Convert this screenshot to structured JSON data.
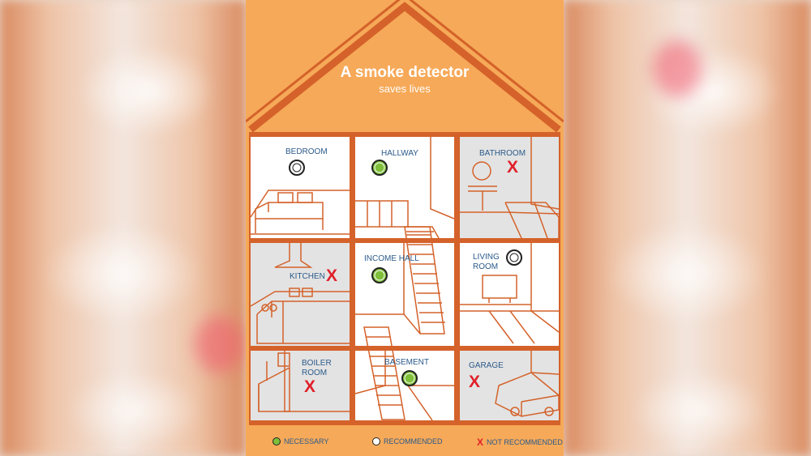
{
  "title": "A smoke detector",
  "subtitle": "saves lives",
  "rooms": [
    {
      "label": "BEDROOM",
      "status": "recommended"
    },
    {
      "label": "HALLWAY",
      "status": "necessary"
    },
    {
      "label": "BATHROOM",
      "status": "not_recommended"
    },
    {
      "label": "KITCHEN",
      "status": "not_recommended"
    },
    {
      "label": "INCOME HALL",
      "status": "necessary"
    },
    {
      "label": "LIVING\nROOM",
      "status": "recommended"
    },
    {
      "label": "BOILER\nROOM",
      "status": "not_recommended"
    },
    {
      "label": "BASEMENT",
      "status": "necessary"
    },
    {
      "label": "GARAGE",
      "status": "not_recommended"
    }
  ],
  "x_mark": "X",
  "legend": {
    "necessary": "NECESSARY",
    "recommended": "RECOMMENDED",
    "not_recommended": "NOT RECOMMENDED"
  },
  "colors": {
    "background": "#f6a958",
    "frame": "#d4622a",
    "room": "#ffffff",
    "label_text": "#2b5a8a",
    "necessary": "#7fbf3a",
    "not_recommended": "#e0202a"
  }
}
